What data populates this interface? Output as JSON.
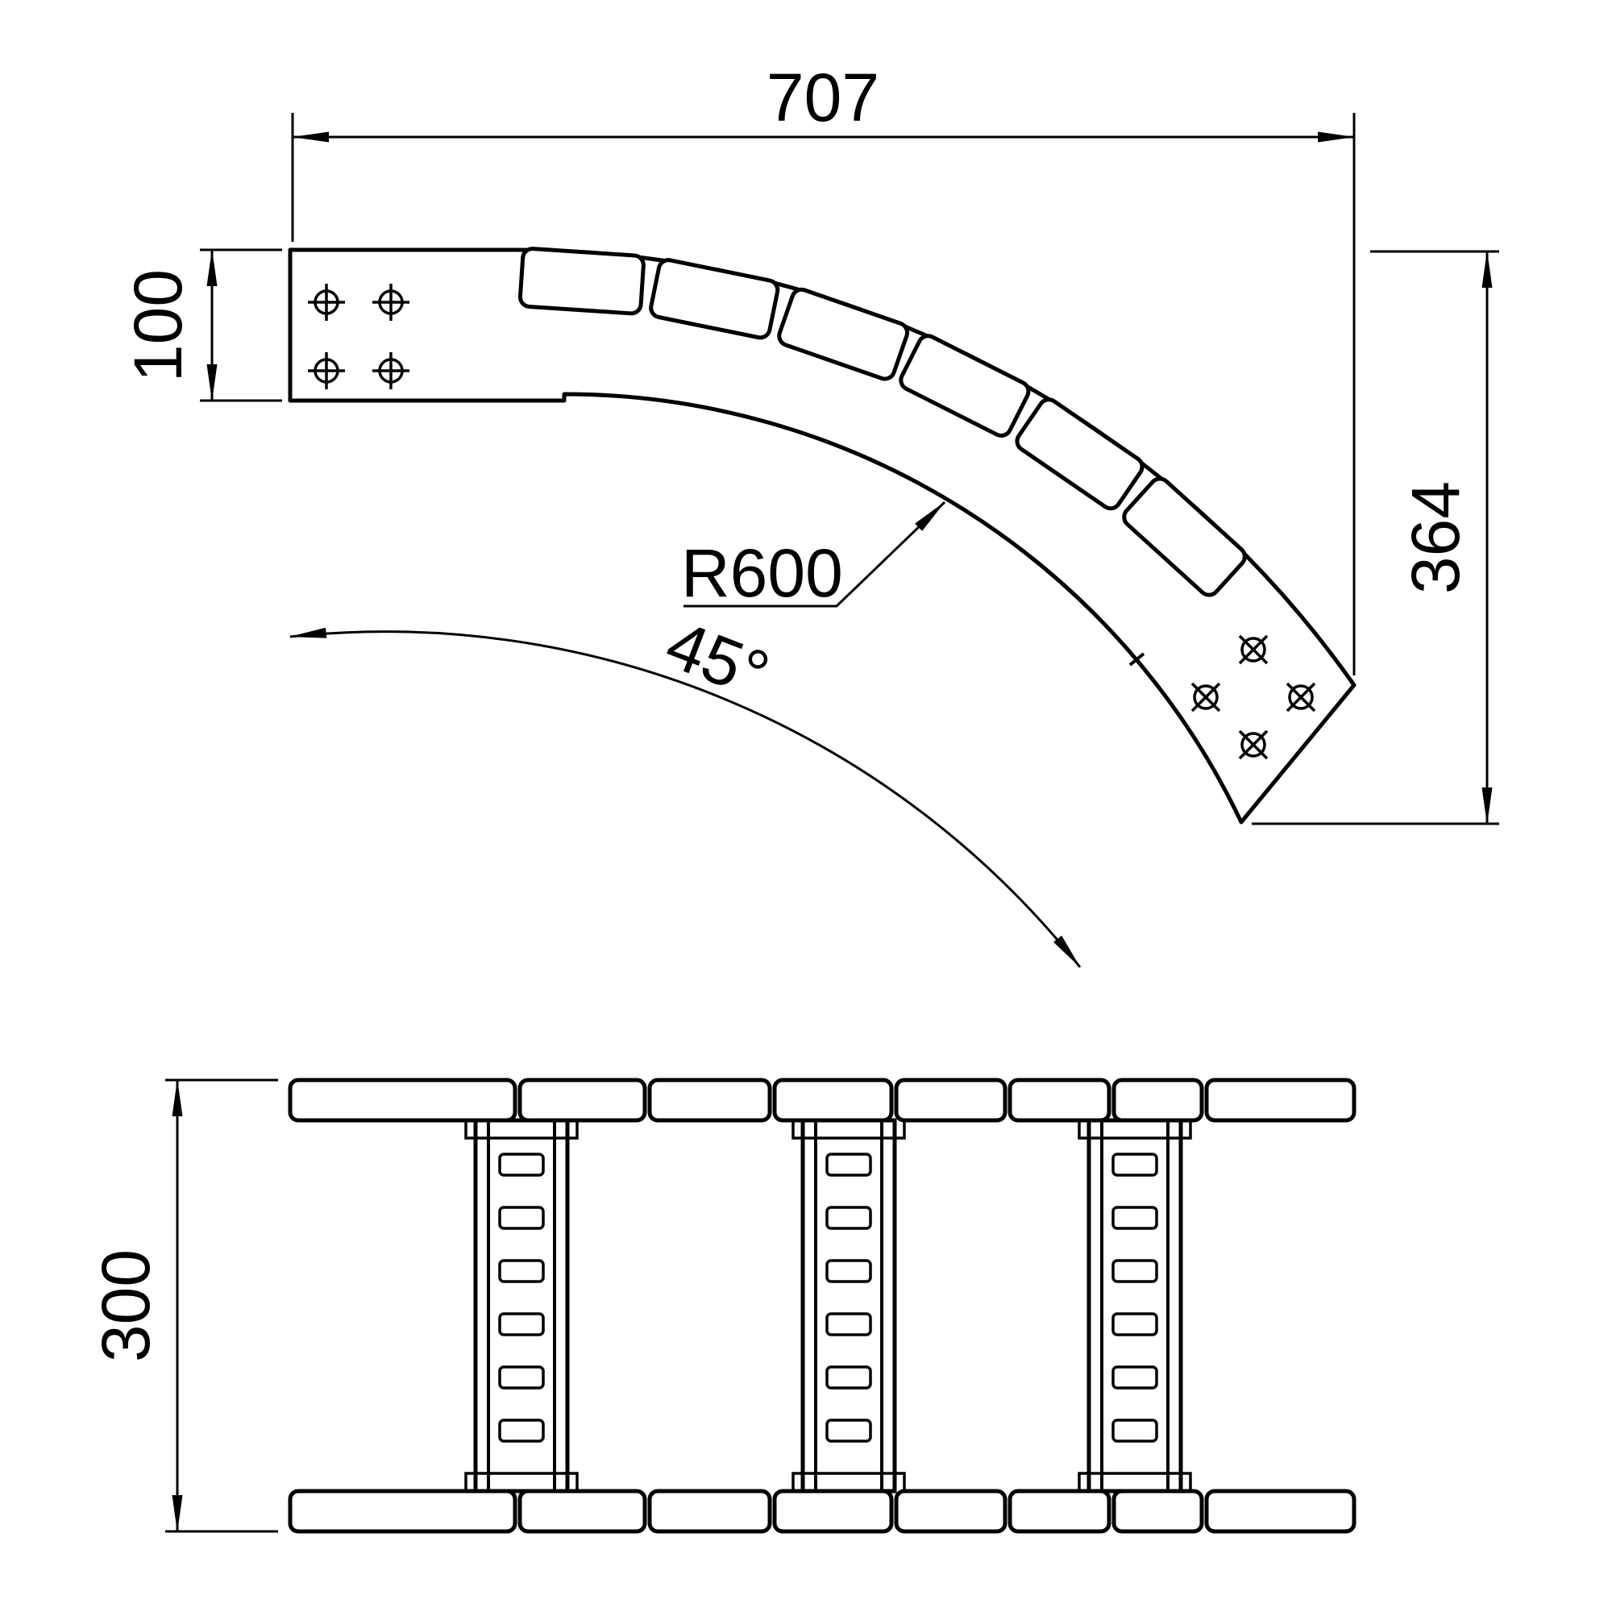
{
  "top_view": {
    "dim_overall_width": "707",
    "dim_end_width": "100",
    "dim_overall_depth": "364",
    "label_radius": "R600",
    "label_angle": "45°"
  },
  "front_view": {
    "dim_width": "300"
  },
  "colors": {
    "line": "#000000",
    "background": "#ffffff"
  }
}
